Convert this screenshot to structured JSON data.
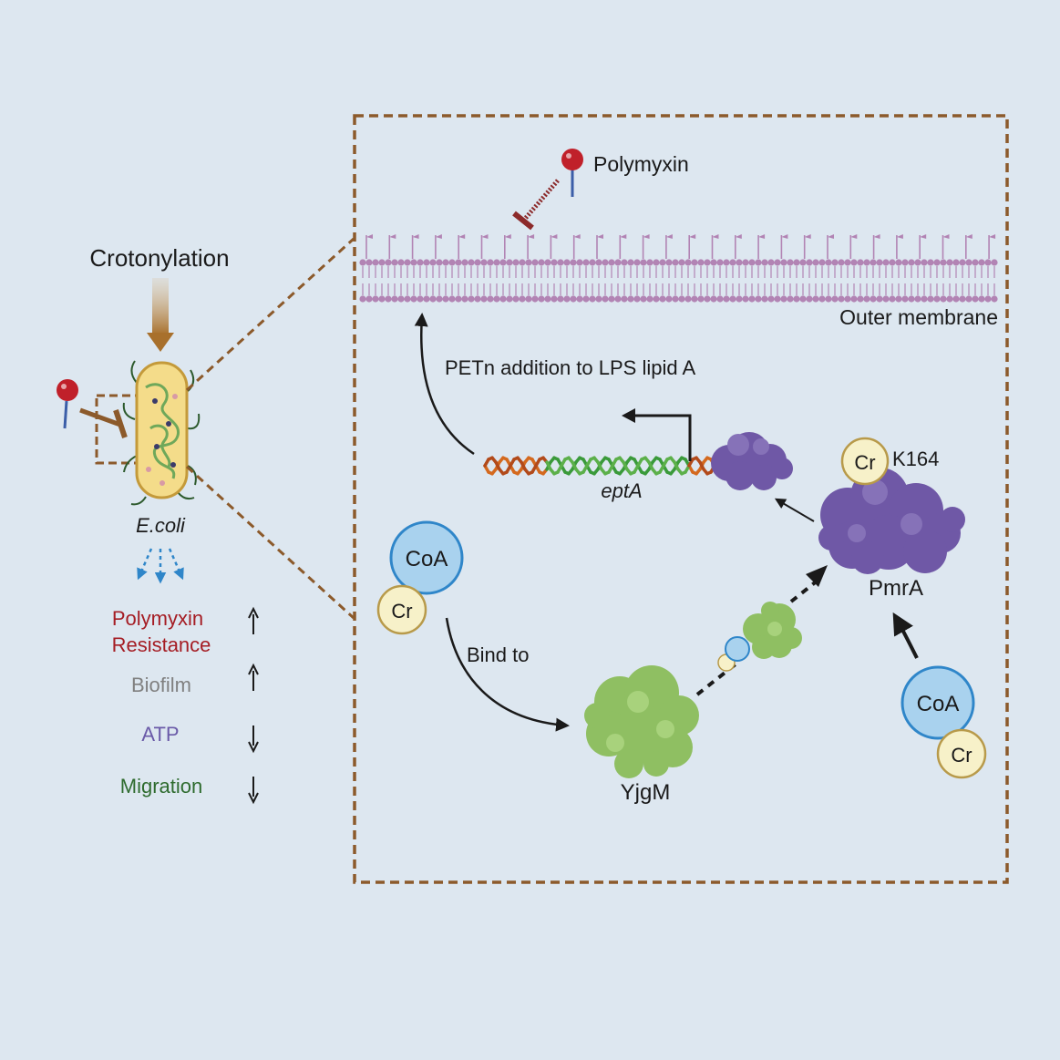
{
  "left_panel": {
    "title": "Crotonylation",
    "organism": "E.coli",
    "phenotypes": [
      {
        "label_line1": "Polymyxin",
        "label_line2": "Resistance",
        "direction": "up",
        "color": "#a51d24"
      },
      {
        "label_line1": "Biofilm",
        "label_line2": "",
        "direction": "up",
        "color": "#808080"
      },
      {
        "label_line1": "ATP",
        "label_line2": "",
        "direction": "down",
        "color": "#6a5aa8"
      },
      {
        "label_line1": "Migration",
        "label_line2": "",
        "direction": "down",
        "color": "#2e6b2e"
      }
    ]
  },
  "detail_panel": {
    "drug_label": "Polymyxin",
    "membrane_label": "Outer membrane",
    "modification_label": "PETn addition to LPS lipid A",
    "gene_label": "eptA",
    "regulator_label": "PmrA",
    "site_label": "K164",
    "binding_label": "Bind to",
    "protein_label": "YjgM",
    "coa_label": "CoA",
    "cr_label": "Cr"
  },
  "colors": {
    "background": "#dde7f0",
    "frame": "#8c5a2b",
    "pmra": "#6f58a6",
    "yjgm": "#8fbf62",
    "coa": "#a9d2ee",
    "cr": "#f7f1c9",
    "lipid": "#b284b4",
    "drug_red": "#c0202a",
    "arrow_blue": "#2f86c9"
  }
}
